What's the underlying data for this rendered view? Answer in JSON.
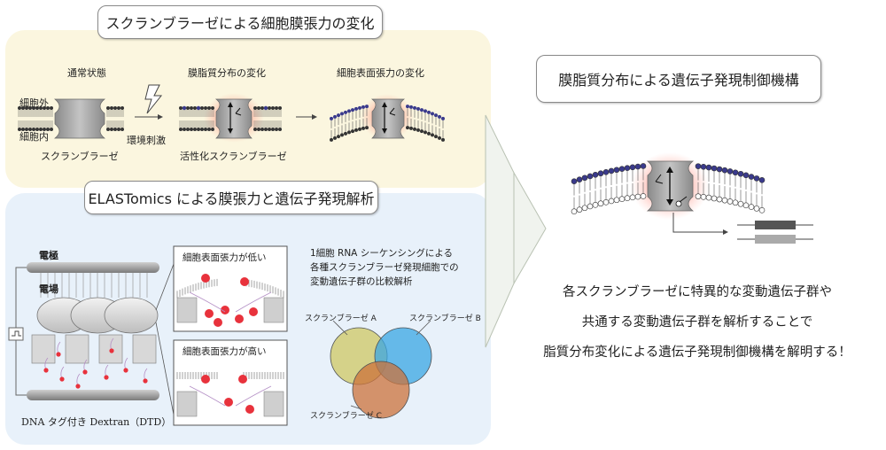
{
  "top_section": {
    "title": "スクランブラーゼによる細胞膜張力の変化",
    "labels": {
      "normal_state": "通常状態",
      "extracellular": "細胞外",
      "intracellular": "細胞内",
      "scramblase": "スクランブラーゼ",
      "stimulus": "環境刺激",
      "lipid_change": "膜脂質分布の変化",
      "active_scramblase": "活性化スクランブラーゼ",
      "tension_change": "細胞表面張力の変化"
    }
  },
  "bottom_section": {
    "title": "ELASTomics による膜張力と遺伝子発現解析",
    "labels": {
      "electrode": "電極",
      "field": "電場",
      "dtd": "DNA タグ付き Dextran（DTD）",
      "low_tension": "細胞表面張力が低い",
      "high_tension": "細胞表面張力が高い",
      "desc_line1": "1細胞 RNA シーケンシングによる",
      "desc_line2": "各種スクランブラーゼ発現細胞での",
      "desc_line3": "変動遺伝子群の比較解析"
    },
    "venn": {
      "a": "スクランブラーゼ A",
      "b": "スクランブラーゼ B",
      "c": "スクランブラーゼ C",
      "colors": {
        "a": "#e8d978",
        "b": "#3fb0e8",
        "c": "#e07a3c"
      }
    }
  },
  "right_section": {
    "title": "膜脂質分布による遺伝子発現制御機構",
    "conclusion_line1": "各スクランブラーゼに特異的な変動遺伝子群や",
    "conclusion_line2": "共通する変動遺伝子群を解析することで",
    "conclusion_line3": "脂質分布変化による遺伝子発現制御機構を解明する！"
  },
  "colors": {
    "top_panel": "#fbf6df",
    "bottom_panel": "#e8f1fa",
    "lipid_head": "#333333",
    "lipid_head_blue": "#3a3a8c",
    "glow": "#ff5a4a",
    "red_dot": "#e8323c"
  }
}
